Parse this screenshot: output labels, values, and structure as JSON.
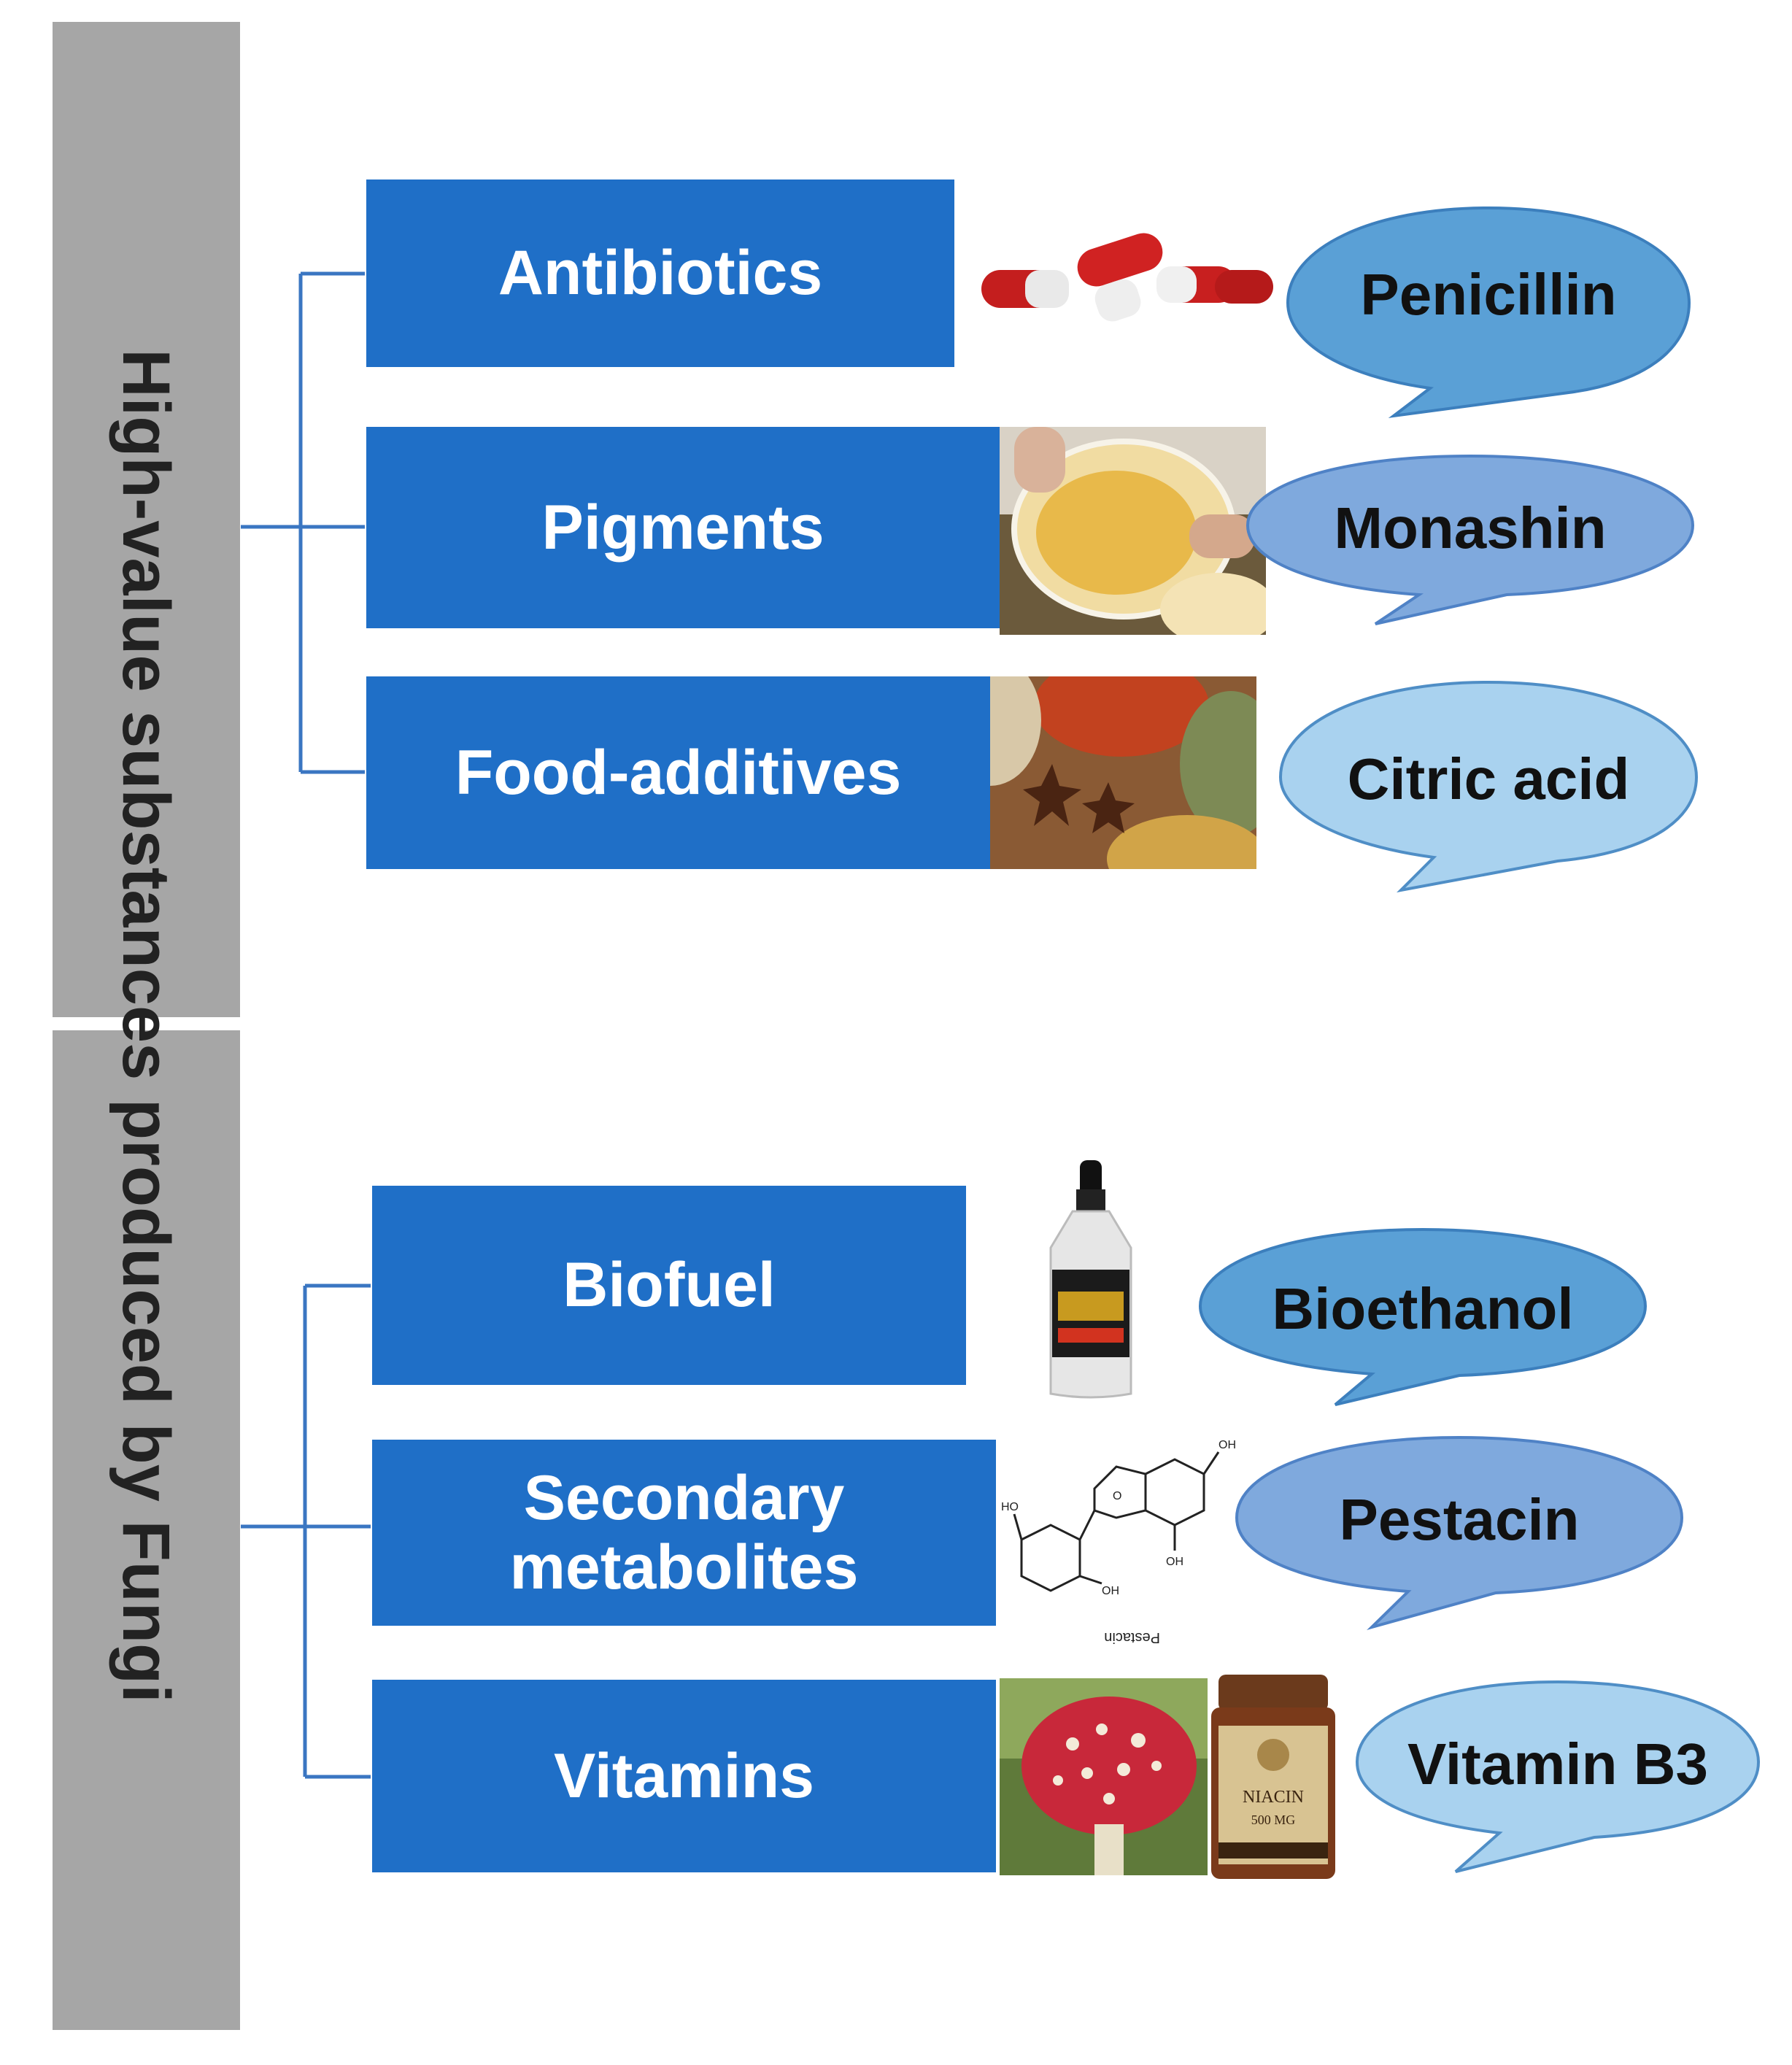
{
  "title": "High-value substances produced by Fungi",
  "groups": [
    {
      "categories": [
        {
          "label": "Antibiotics",
          "example": "Penicillin",
          "image_icon": "capsules-icon"
        },
        {
          "label": "Pigments",
          "example": "Monashin",
          "image_icon": "petri-dish-photo-icon"
        },
        {
          "label": "Food-additives",
          "example": "Citric acid",
          "image_icon": "spices-photo-icon"
        }
      ]
    },
    {
      "categories": [
        {
          "label": "Biofuel",
          "example": "Bioethanol",
          "image_icon": "bioethanol-bottle-icon"
        },
        {
          "label": "Secondary metabolites",
          "label_line1": "Secondary",
          "label_line2": "metabolites",
          "example": "Pestacin",
          "image_icon": "chemical-structure-icon",
          "image_caption": "Pestacin"
        },
        {
          "label": "Vitamins",
          "example": "Vitamin B3",
          "image_icon": "mushroom-and-niacin-jar-icon",
          "jar_label": "NIACIN",
          "jar_dose": "500 MG"
        }
      ]
    }
  ],
  "colors": {
    "category_box": "#1f6fc7",
    "connector": "#3a76c2",
    "sidebar": "#a6a6a6",
    "bubble_dark": "#5aa0d6",
    "bubble_medium": "#7fa9dd",
    "bubble_light": "#a9d2ef"
  }
}
